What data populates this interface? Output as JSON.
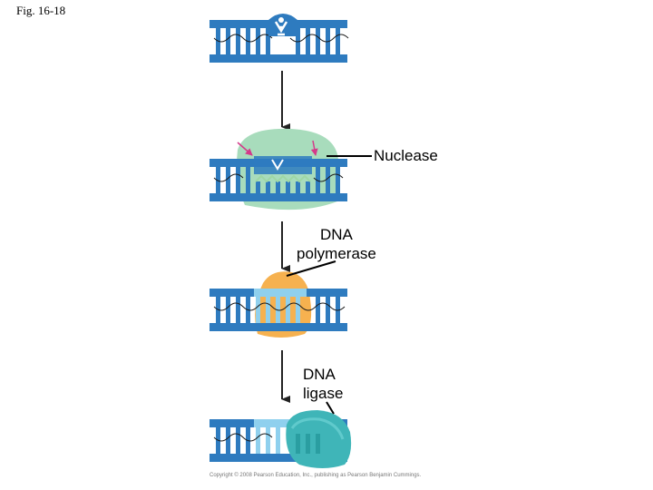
{
  "figure": {
    "label": "Fig. 16-18",
    "copyright": "Copyright © 2008 Pearson Education, Inc., publishing as Pearson Benjamin Cummings."
  },
  "labels": {
    "nuclease": "Nuclease",
    "polymerase_line1": "DNA",
    "polymerase_line2": "polymerase",
    "ligase_line1": "DNA",
    "ligase_line2": "ligase"
  },
  "colors": {
    "dna_strand": "#2e7bbf",
    "dna_strand_dark": "#1f5d99",
    "new_dna": "#8fd0ee",
    "nuclease_enzyme": "#a8dcbc",
    "polymerase_enzyme": "#f6b14f",
    "ligase_enzyme": "#3fb5b8",
    "cut_arrow": "#d43a8a",
    "damage_mark": "#9fd7a5"
  }
}
